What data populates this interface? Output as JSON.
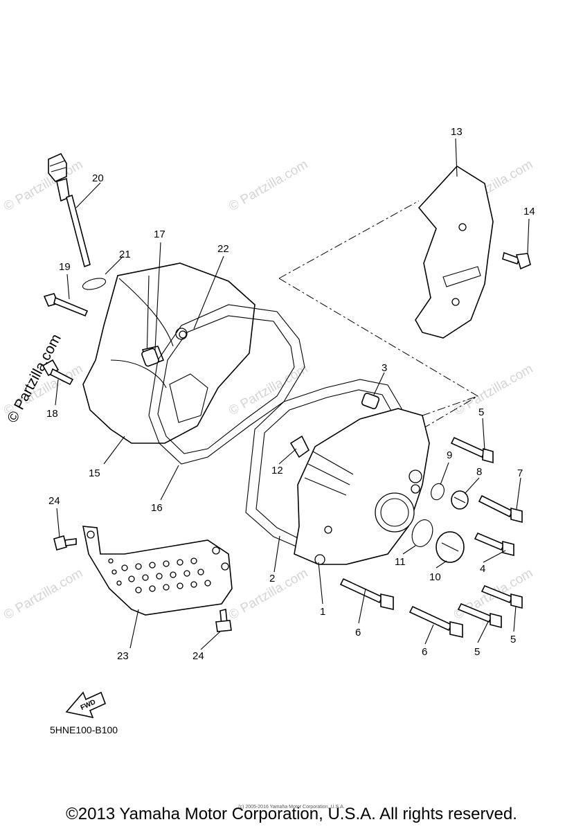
{
  "watermark": "© Partzilla.com",
  "diagram_code": "5HNE100-B100",
  "fwd_label": "FWD",
  "copyright": "©2013 Yamaha Motor Corporation, U.S.A. All rights reserved.",
  "small_notice": "(c) 2005-2016 Yamaha Motor Corporation, U.S.A.",
  "callouts": {
    "c1": "1",
    "c2": "2",
    "c3": "3",
    "c4": "4",
    "c5a": "5",
    "c5b": "5",
    "c5c": "5",
    "c6a": "6",
    "c6b": "6",
    "c7": "7",
    "c8": "8",
    "c9": "9",
    "c10": "10",
    "c11": "11",
    "c12": "12",
    "c13": "13",
    "c14": "14",
    "c15": "15",
    "c16": "16",
    "c17": "17",
    "c18": "18",
    "c19": "19",
    "c20": "20",
    "c21": "21",
    "c22": "22",
    "c23": "23",
    "c24a": "24",
    "c24b": "24"
  }
}
